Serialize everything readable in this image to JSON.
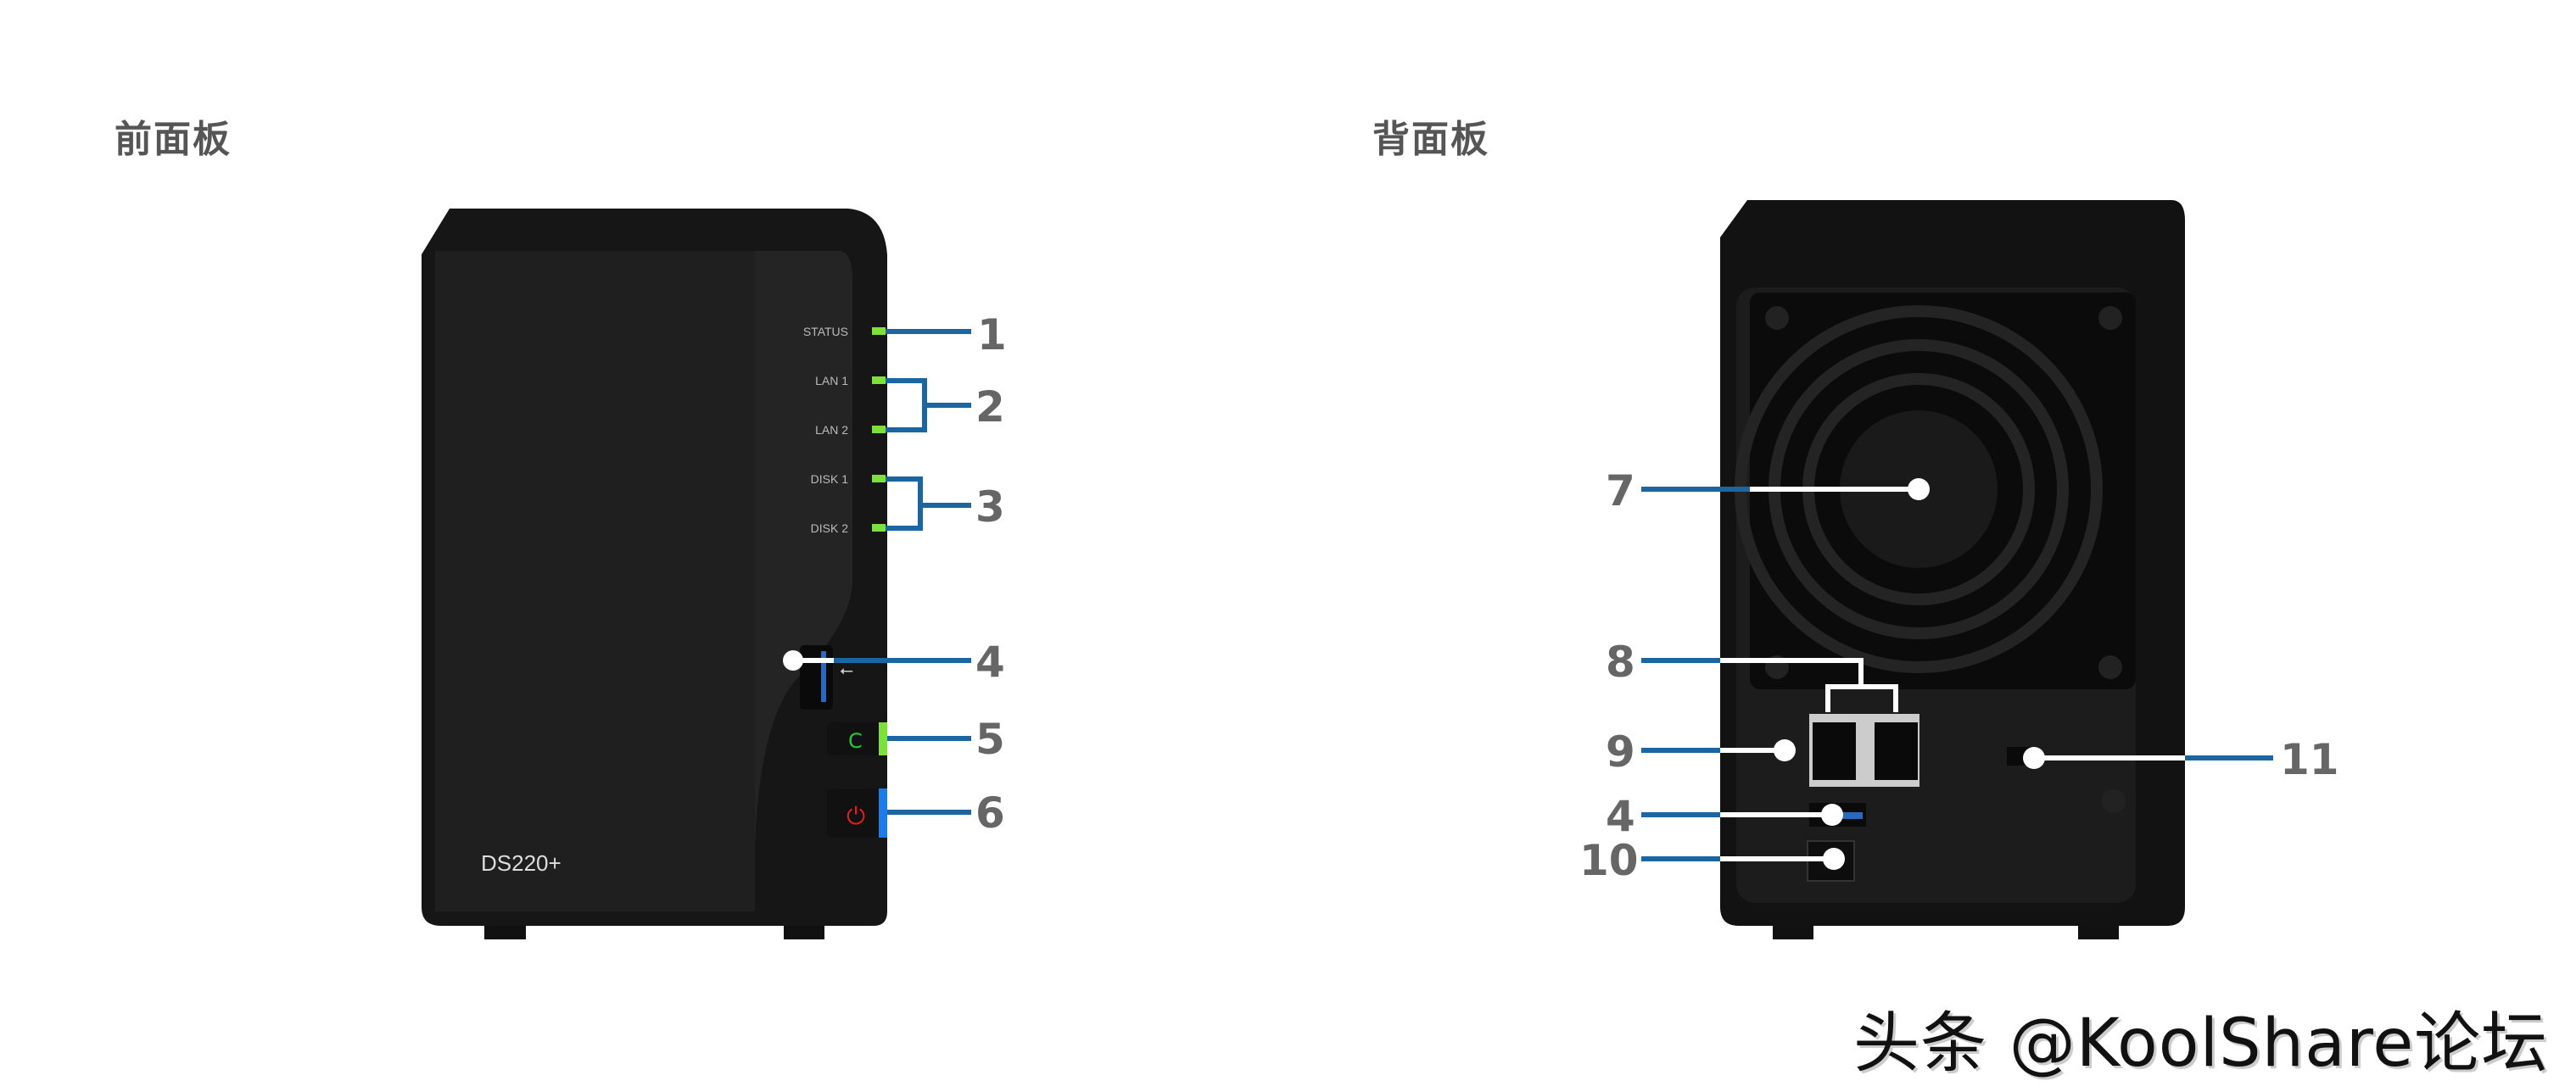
{
  "front": {
    "title": "前面板",
    "leds": [
      "STATUS",
      "LAN 1",
      "LAN 2",
      "DISK 1",
      "DISK 2"
    ],
    "model": "DS220+",
    "callouts": [
      "1",
      "2",
      "3",
      "4",
      "5",
      "6"
    ]
  },
  "back": {
    "title": "背面板",
    "callouts": [
      "7",
      "8",
      "9",
      "4",
      "10",
      "11"
    ]
  },
  "watermark": "头条 @KoolShare论坛",
  "colors": {
    "leader_front": "#1b66a0",
    "led_green": "#7ee03a",
    "power_blue": "#1e7be8",
    "power_red": "#e01f1f"
  }
}
